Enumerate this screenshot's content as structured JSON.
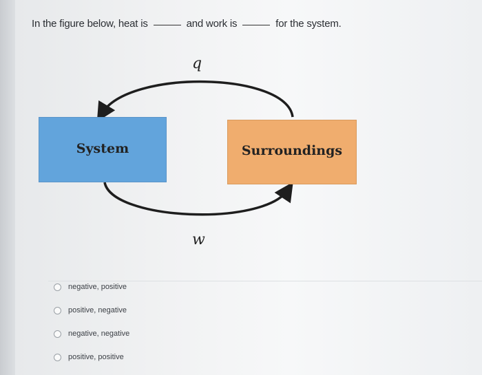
{
  "question": {
    "part1": "In the figure below, heat is",
    "part2": "and work is",
    "part3": "for the system."
  },
  "diagram": {
    "system_label": "System",
    "surroundings_label": "Surroundings",
    "heat_symbol": "q",
    "work_symbol": "w"
  },
  "options": [
    {
      "label": "negative, positive"
    },
    {
      "label": "positive, negative"
    },
    {
      "label": "negative, negative"
    },
    {
      "label": "positive, positive"
    }
  ]
}
